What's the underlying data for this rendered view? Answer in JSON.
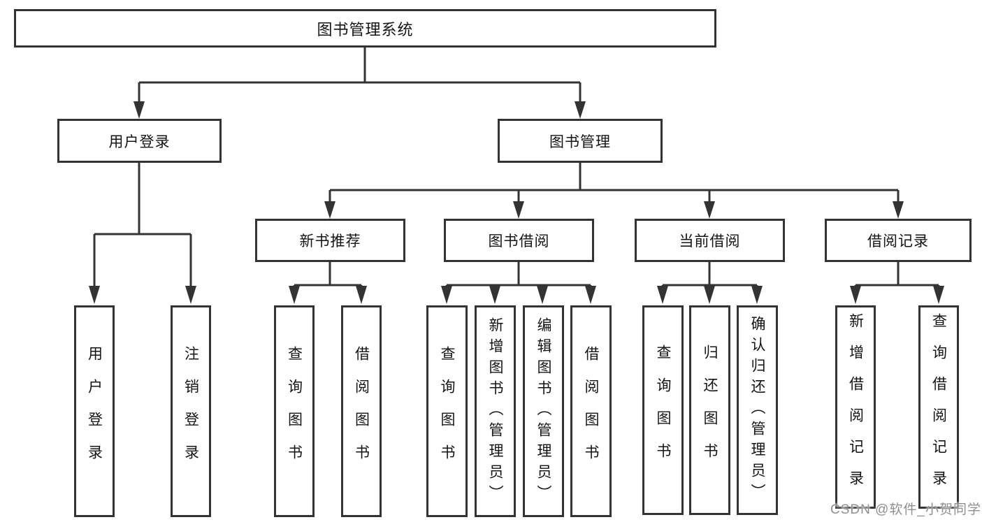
{
  "diagram": {
    "root": {
      "label": "图书管理系统"
    },
    "level2": [
      {
        "label": "用户登录"
      },
      {
        "label": "图书管理"
      }
    ],
    "level3": [
      {
        "label": "新书推荐"
      },
      {
        "label": "图书借阅"
      },
      {
        "label": "当前借阅"
      },
      {
        "label": "借阅记录"
      }
    ],
    "leaves": {
      "user_login": [
        "用户登录",
        "注销登录"
      ],
      "new_books": [
        "查询图书",
        "借阅图书"
      ],
      "book_borrow": [
        "查询图书",
        "新增图书（管理员）",
        "编辑图书（管理员）",
        "借阅图书"
      ],
      "current_borrow": [
        "查询图书",
        "归还图书",
        "确认归还（管理员）"
      ],
      "borrow_records": [
        "新增借阅记录",
        "查询借阅记录"
      ]
    },
    "colors": {
      "line": "#333333",
      "text": "#141414",
      "background": "#ffffff",
      "watermark": "#8f8f8f"
    },
    "watermark": "CSDN @软件_小贺同学"
  }
}
